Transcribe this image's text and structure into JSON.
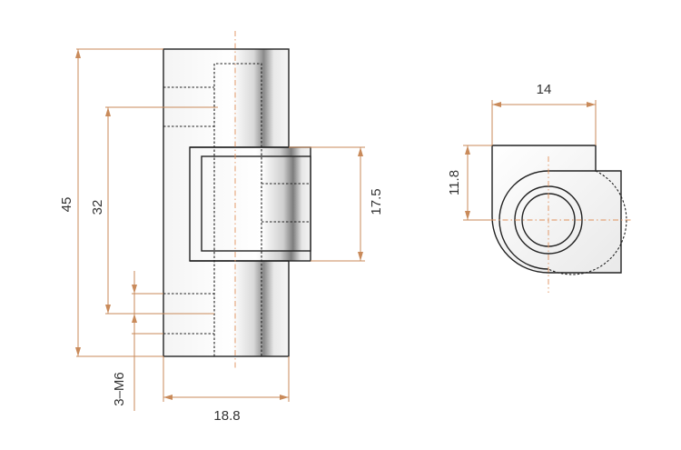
{
  "colors": {
    "outline": "#222222",
    "dimension": "#c98a5a",
    "centerline": "#e0915c",
    "text": "#333333",
    "background": "#ffffff"
  },
  "dimensions": {
    "overall_height": "45",
    "hole_spacing": "32",
    "knuckle_height": "17.5",
    "width": "18.8",
    "thread": "3–M6",
    "side_width": "14",
    "side_height": "11.8"
  }
}
